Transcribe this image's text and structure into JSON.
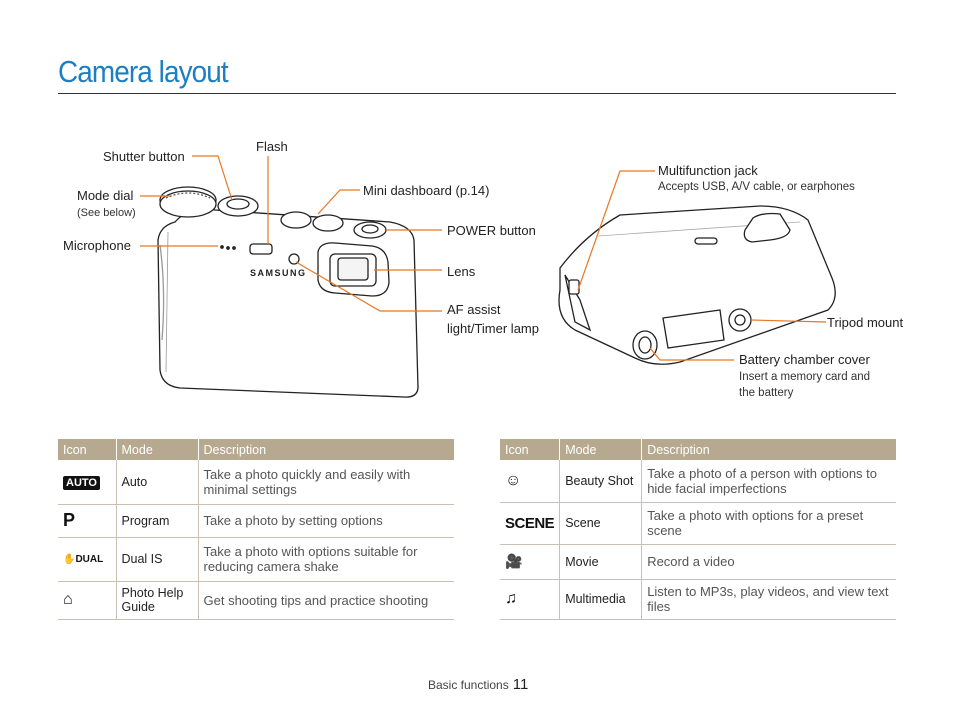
{
  "page": {
    "title": "Camera layout",
    "footer_section": "Basic functions",
    "footer_page": "11"
  },
  "labels": {
    "shutter": "Shutter button",
    "flash": "Flash",
    "mode_dial": "Mode dial",
    "mode_dial_sub": "(See below)",
    "microphone": "Microphone",
    "mini_dashboard": "Mini dashboard (p.14)",
    "power": "POWER button",
    "lens": "Lens",
    "af_assist_1": "AF assist",
    "af_assist_2": "light/Timer lamp",
    "multijack": "Multifunction jack",
    "multijack_sub": "Accepts USB, A/V cable, or earphones",
    "tripod": "Tripod mount",
    "battery": "Battery chamber cover",
    "battery_sub_1": "Insert a memory card and",
    "battery_sub_2": "the battery",
    "brand": "SAMSUNG"
  },
  "colors": {
    "accent": "#1d7fc2",
    "callout": "#e87722",
    "table_header": "#b7a98f"
  },
  "table_left": {
    "headers": [
      "Icon",
      "Mode",
      "Description"
    ],
    "rows": [
      {
        "icon": "AUTO",
        "icon_name": "auto-mode-icon",
        "mode": "Auto",
        "desc": "Take a photo quickly and easily with minimal settings"
      },
      {
        "icon": "P",
        "icon_name": "program-mode-icon",
        "mode": "Program",
        "desc": "Take a photo by setting options"
      },
      {
        "icon": "✋DUAL",
        "icon_name": "dual-is-icon",
        "mode": "Dual IS",
        "desc": "Take a photo with options suitable for reducing camera shake"
      },
      {
        "icon": "⌂",
        "icon_name": "photo-help-icon",
        "mode": "Photo Help Guide",
        "desc": "Get shooting tips and practice shooting"
      }
    ]
  },
  "table_right": {
    "headers": [
      "Icon",
      "Mode",
      "Description"
    ],
    "rows": [
      {
        "icon": "☺",
        "icon_name": "beauty-shot-icon",
        "mode": "Beauty Shot",
        "desc": "Take a photo of a person with options to hide facial imperfections"
      },
      {
        "icon": "SCENE",
        "icon_name": "scene-icon",
        "mode": "Scene",
        "desc": "Take a photo with options for a preset scene"
      },
      {
        "icon": "🎥",
        "icon_name": "movie-icon",
        "mode": "Movie",
        "desc": "Record a video"
      },
      {
        "icon": "♫",
        "icon_name": "multimedia-icon",
        "mode": "Multimedia",
        "desc": "Listen to MP3s, play videos, and view text files"
      }
    ]
  }
}
